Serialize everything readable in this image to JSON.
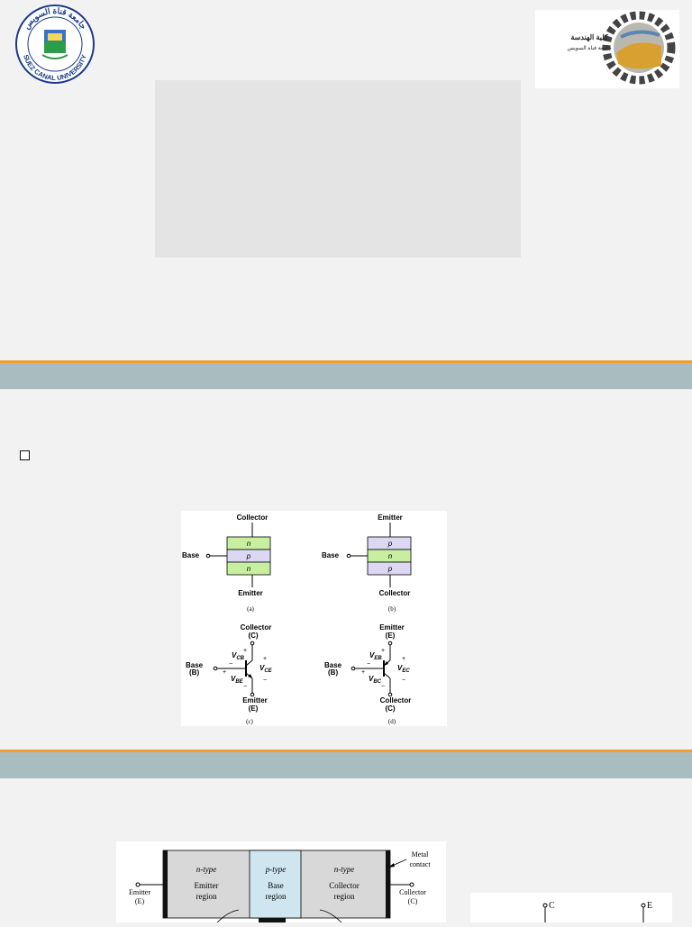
{
  "logo_left": {
    "arabic_text": "جامعة قناة السويس",
    "english_text": "SUEZ CANAL UNIVERSITY"
  },
  "logo_right": {
    "line1": "كلية الهندسة",
    "line2": "جامعة قناة السويس"
  },
  "figure1": {
    "panel_a": {
      "top": "Collector",
      "side": "Base",
      "bottom": "Emitter",
      "layers": [
        "n",
        "p",
        "n"
      ],
      "caption": "(a)"
    },
    "panel_b": {
      "top": "Emitter",
      "side": "Base",
      "bottom": "Collector",
      "layers": [
        "p",
        "n",
        "p"
      ],
      "caption": "(b)"
    },
    "panel_c": {
      "top_line1": "Collector",
      "top_line2": "(C)",
      "side_line1": "Base",
      "side_line2": "(B)",
      "bottom_line1": "Emitter",
      "bottom_line2": "(E)",
      "v1": "V",
      "v1_sub": "CB",
      "v2": "V",
      "v2_sub": "BE",
      "v3": "V",
      "v3_sub": "CE",
      "caption": "(c)"
    },
    "panel_d": {
      "top_line1": "Emitter",
      "top_line2": "(E)",
      "side_line1": "Base",
      "side_line2": "(B)",
      "bottom_line1": "Collector",
      "bottom_line2": "(C)",
      "v1": "V",
      "v1_sub": "EB",
      "v2": "V",
      "v2_sub": "BC",
      "v3": "V",
      "v3_sub": "EC",
      "caption": "(d)"
    },
    "colors": {
      "n_layer": "#c8efa0",
      "p_layer": "#dcd8f4"
    }
  },
  "figure2": {
    "regions": [
      {
        "type": "n-type",
        "name_line1": "Emitter",
        "name_line2": "region"
      },
      {
        "type": "p-type",
        "name_line1": "Base",
        "name_line2": "region"
      },
      {
        "type": "n-type",
        "name_line1": "Collector",
        "name_line2": "region"
      }
    ],
    "left_terminal_line1": "Emitter",
    "left_terminal_line2": "(E)",
    "right_terminal_line1": "Collector",
    "right_terminal_line2": "(C)",
    "metal_contact_line1": "Metal",
    "metal_contact_line2": "contact"
  },
  "figure3": {
    "label_c": "C",
    "label_e": "E"
  }
}
